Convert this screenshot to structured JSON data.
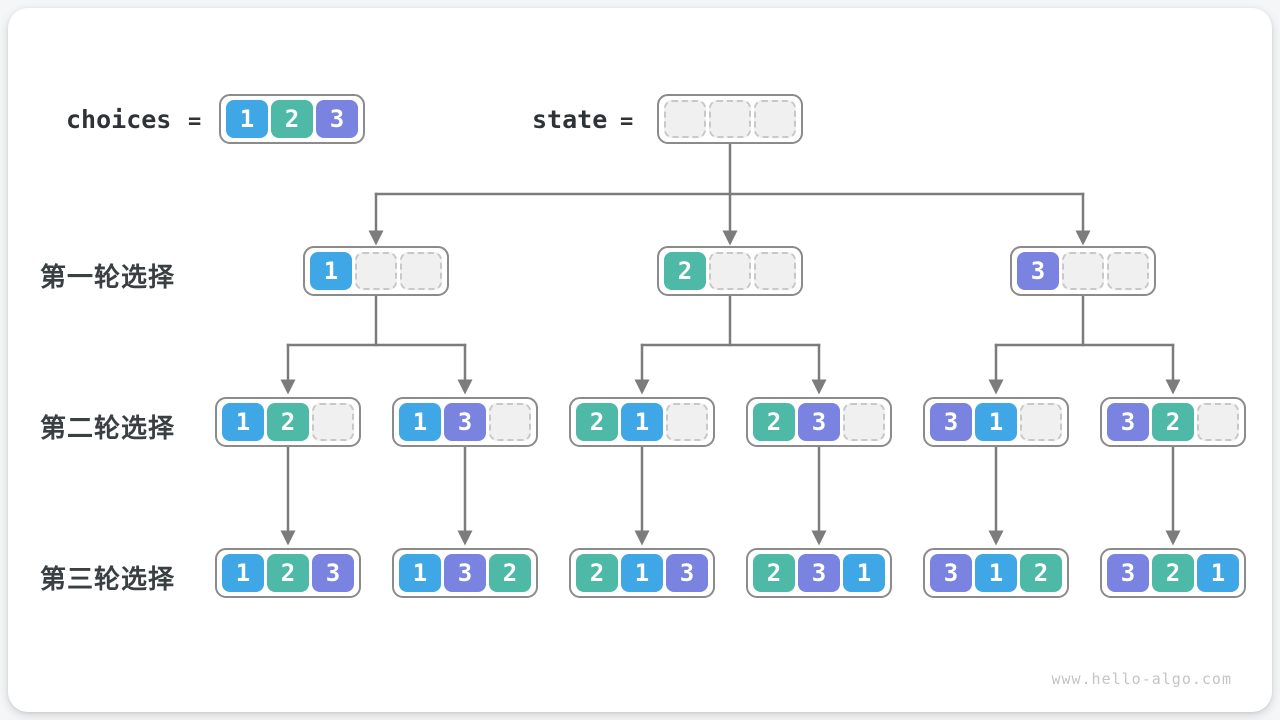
{
  "header": {
    "choices": {
      "label": "choices",
      "equals": "=",
      "cells": [
        1,
        2,
        3
      ]
    },
    "state": {
      "label": "state",
      "equals": "=",
      "cells": [
        null,
        null,
        null
      ]
    }
  },
  "rows": [
    {
      "label": "第一轮选择",
      "boxes": [
        [
          1,
          null,
          null
        ],
        [
          2,
          null,
          null
        ],
        [
          3,
          null,
          null
        ]
      ]
    },
    {
      "label": "第二轮选择",
      "boxes": [
        [
          1,
          2,
          null
        ],
        [
          1,
          3,
          null
        ],
        [
          2,
          1,
          null
        ],
        [
          2,
          3,
          null
        ],
        [
          3,
          1,
          null
        ],
        [
          3,
          2,
          null
        ]
      ]
    },
    {
      "label": "第三轮选择",
      "boxes": [
        [
          1,
          2,
          3
        ],
        [
          1,
          3,
          2
        ],
        [
          2,
          1,
          3
        ],
        [
          2,
          3,
          1
        ],
        [
          3,
          1,
          2
        ],
        [
          3,
          2,
          1
        ]
      ]
    }
  ],
  "colors": {
    "c1": "#3fa7e6",
    "c2": "#4db9a6",
    "c3": "#7a84e0",
    "arrow": "#7c7c7c",
    "box_border": "#8b8b8b"
  },
  "watermark": "www.hello-algo.com"
}
